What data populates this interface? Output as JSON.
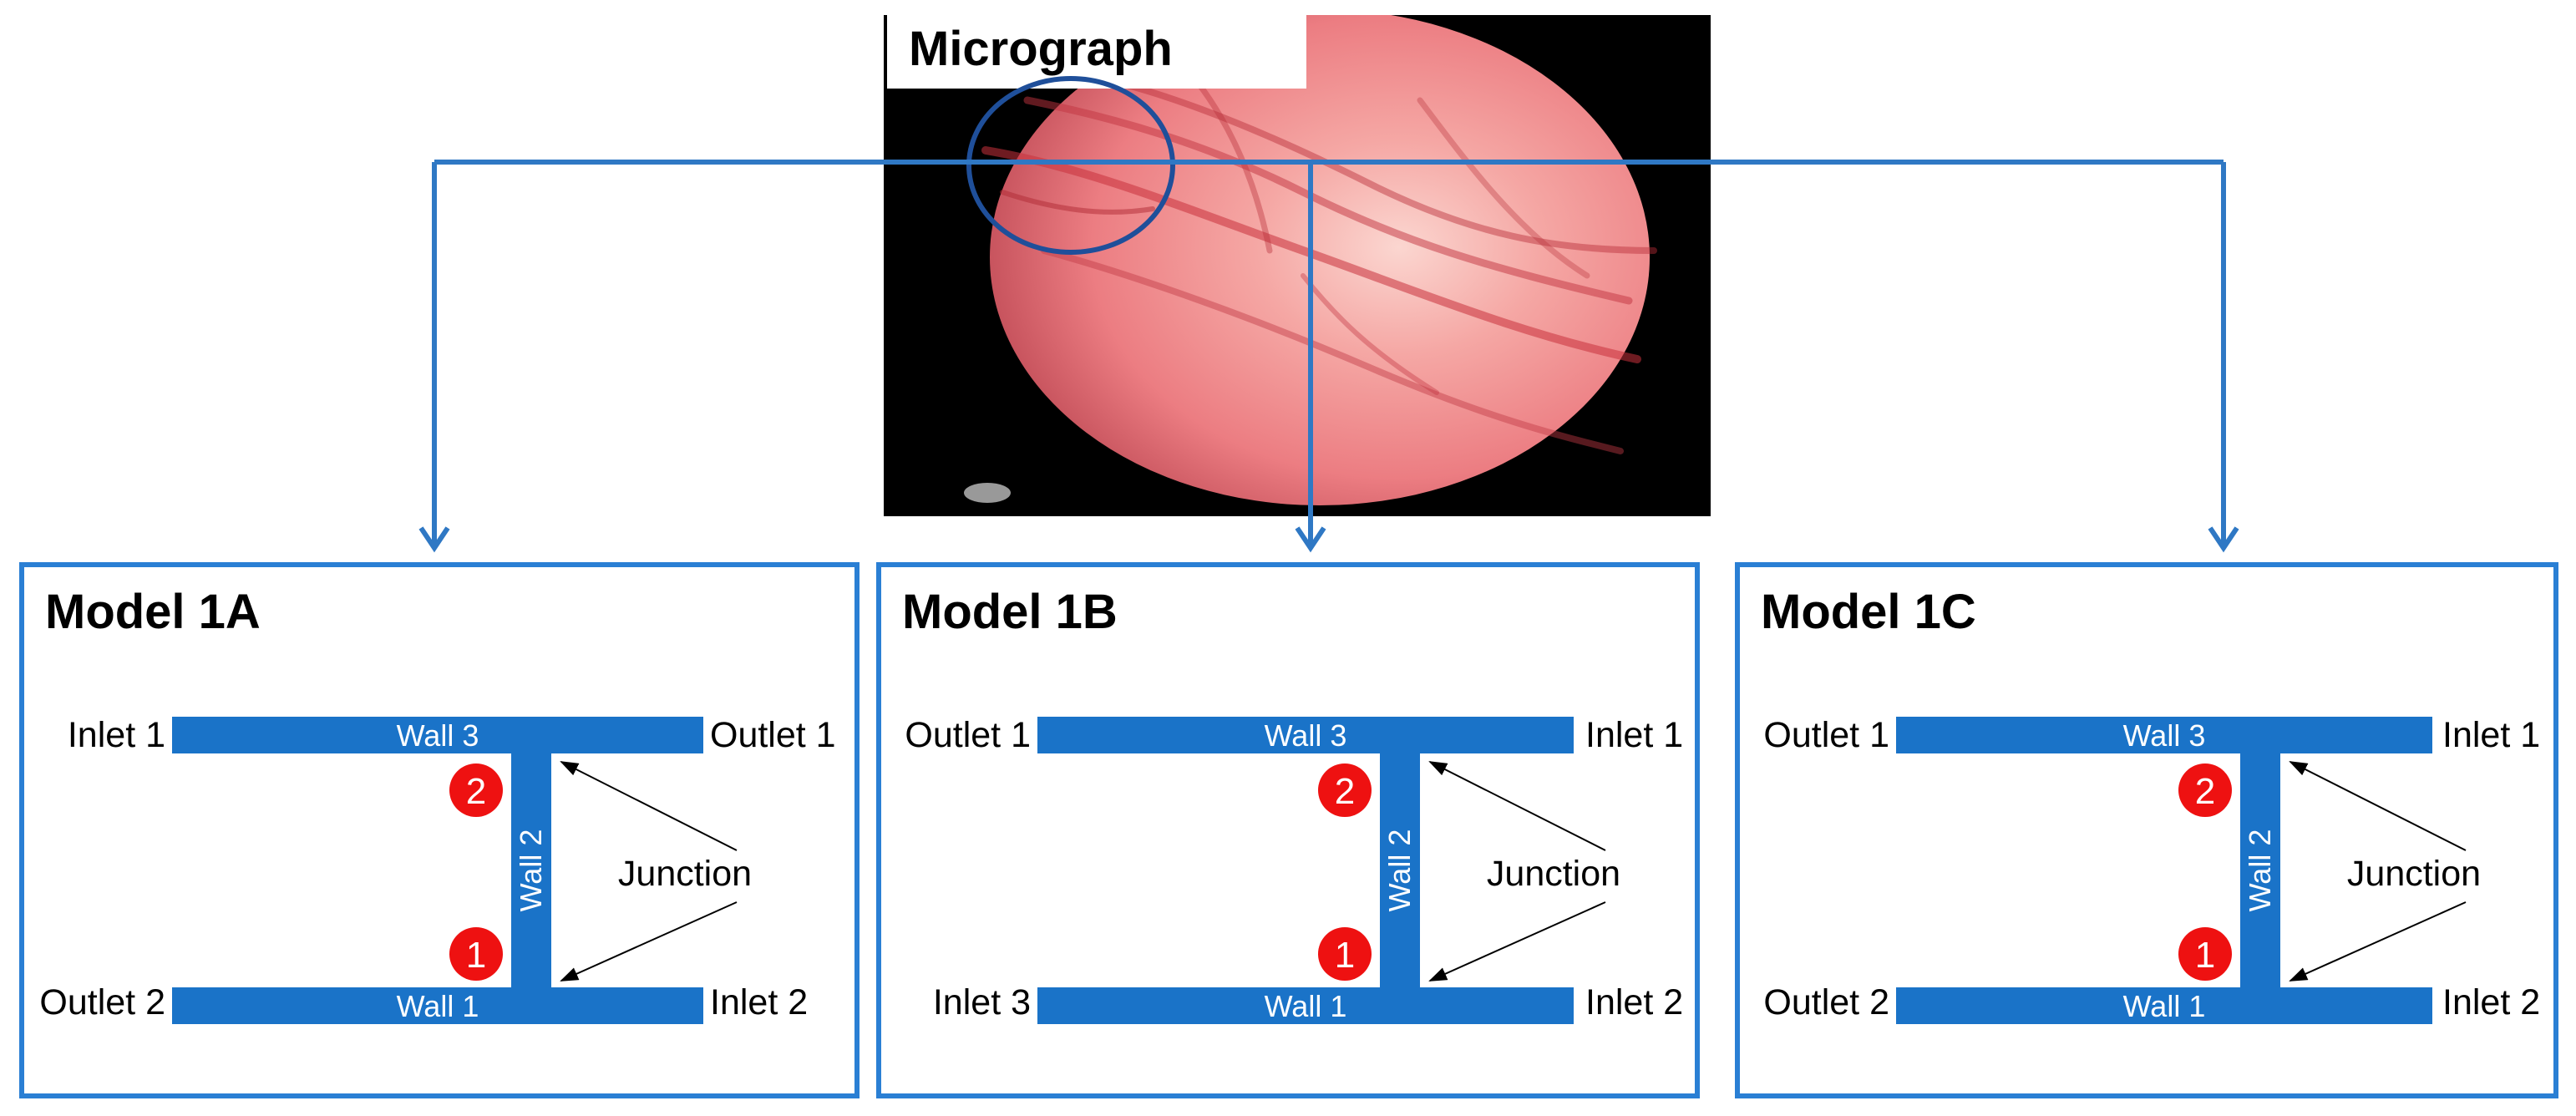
{
  "micrograph": {
    "label": "Micrograph"
  },
  "models": [
    {
      "title": "Model 1A",
      "ports": {
        "top_left": "Inlet 1",
        "top_right": "Outlet 1",
        "bottom_left": "Outlet 2",
        "bottom_right": "Inlet 2"
      },
      "walls": {
        "top": "Wall 3",
        "middle": "Wall 2",
        "bottom": "Wall 1"
      },
      "junction_label": "Junction",
      "markers": {
        "upper": "2",
        "lower": "1"
      }
    },
    {
      "title": "Model 1B",
      "ports": {
        "top_left": "Outlet 1",
        "top_right": "Inlet 1",
        "bottom_left": "Inlet 3",
        "bottom_right": "Inlet 2"
      },
      "walls": {
        "top": "Wall 3",
        "middle": "Wall 2",
        "bottom": "Wall 1"
      },
      "junction_label": "Junction",
      "markers": {
        "upper": "2",
        "lower": "1"
      }
    },
    {
      "title": "Model 1C",
      "ports": {
        "top_left": "Outlet 1",
        "top_right": "Inlet 1",
        "bottom_left": "Outlet 2",
        "bottom_right": "Inlet 2"
      },
      "walls": {
        "top": "Wall 3",
        "middle": "Wall 2",
        "bottom": "Wall 1"
      },
      "junction_label": "Junction",
      "markers": {
        "upper": "2",
        "lower": "1"
      }
    }
  ],
  "colors": {
    "channel": "#1a73c8",
    "frame": "#2a7fd4",
    "connector": "#2f78c4",
    "marker": "#ee1111",
    "micrograph_background": "#000000",
    "micrograph_tissue": "#f08a8a",
    "focus_circle": "#1f4f9a"
  }
}
